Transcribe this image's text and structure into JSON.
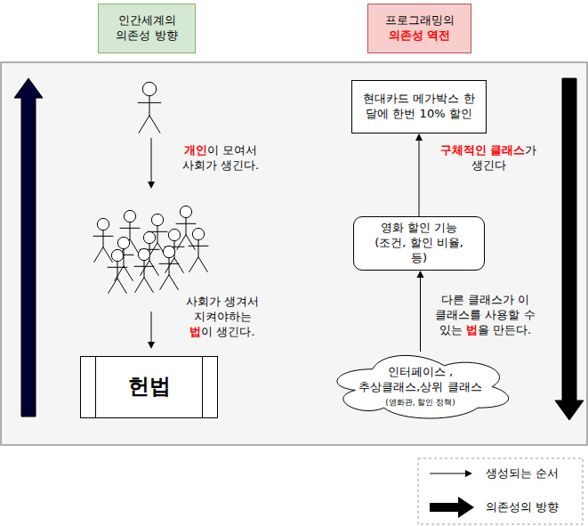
{
  "diagram": {
    "nodes": [
      {
        "text": [
          "인간세계의 의존성 방향"
        ]
      },
      {
        "text": [
          "프로그래밍의 의존성 역전"
        ]
      },
      {
        "text": [
          "헌법"
        ]
      },
      {
        "text": [
          "현대카드 메가박스 한 달에 한번 10% 할인"
        ]
      },
      {
        "text": [
          "영화 할인 기능 (조건, 할인 비율, 등)"
        ]
      },
      {
        "text": [
          "인터페이스 , 추상클래스,상위 클래스",
          "(영화관, 할인 정책)"
        ]
      }
    ],
    "edges": [
      {
        "from": 4,
        "to": 3,
        "arrow": "to"
      },
      {
        "from": 5,
        "to": 4,
        "arrow": "to"
      }
    ],
    "labels": [
      "개인이 모여서 사회가 생긴다.",
      "사회가 생겨서 지켜야하는 법이 생긴다.",
      "구체적인 클래스가 생긴다",
      "다른 클래스가 이 클래스를 사용할 수 있는 법을 만든다."
    ],
    "legend": [
      {
        "text": "생성되는 순서"
      },
      {
        "text": "의존성의 방향"
      }
    ]
  }
}
